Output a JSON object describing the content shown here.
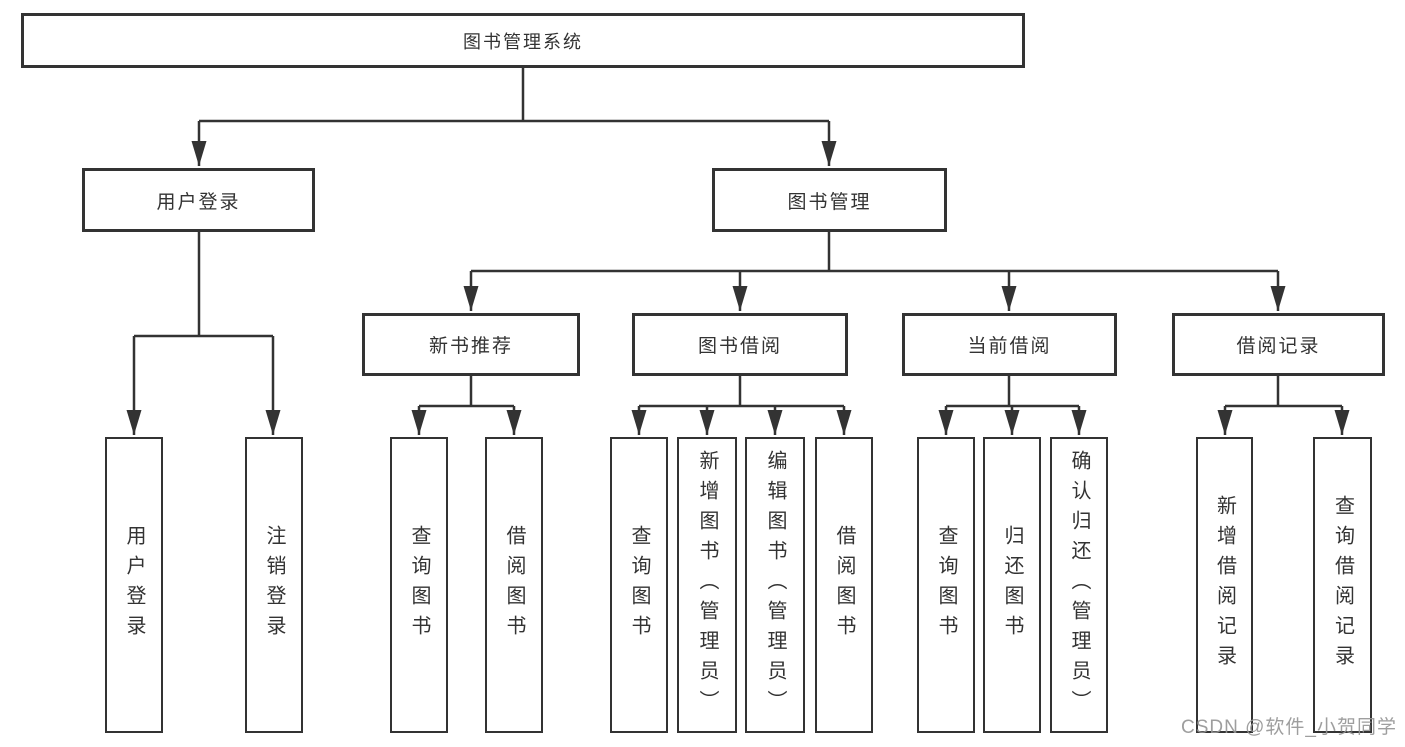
{
  "tree": {
    "root": {
      "label": "图书管理系统"
    },
    "branches": [
      {
        "label": "用户登录",
        "children": [
          {
            "label": "用户登录"
          },
          {
            "label": "注销登录"
          }
        ]
      },
      {
        "label": "图书管理",
        "children": [
          {
            "label": "新书推荐",
            "children": [
              {
                "label": "查询图书"
              },
              {
                "label": "借阅图书"
              }
            ]
          },
          {
            "label": "图书借阅",
            "children": [
              {
                "label": "查询图书"
              },
              {
                "label": "新增图书（管理员）"
              },
              {
                "label": "编辑图书（管理员）"
              },
              {
                "label": "借阅图书"
              }
            ]
          },
          {
            "label": "当前借阅",
            "children": [
              {
                "label": "查询图书"
              },
              {
                "label": "归还图书"
              },
              {
                "label": "确认归还（管理员）"
              }
            ]
          },
          {
            "label": "借阅记录",
            "children": [
              {
                "label": "新增借阅记录"
              },
              {
                "label": "查询借阅记录"
              }
            ]
          }
        ]
      }
    ]
  },
  "watermark": {
    "text": "CSDN @软件_小贺同学"
  },
  "colors": {
    "line": "#333333",
    "text": "#333333",
    "node_background": "#ffffff",
    "watermark": "#949494",
    "background": "#ffffff"
  }
}
